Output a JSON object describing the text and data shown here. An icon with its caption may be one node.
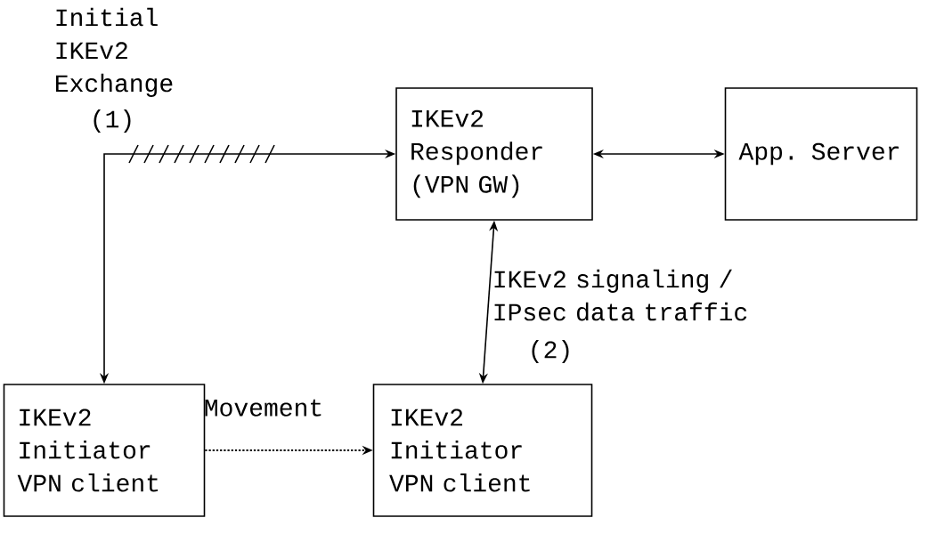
{
  "diagram": {
    "nodes": [
      {
        "text": [
          "IKEv2 Responder (VPN GW)"
        ]
      },
      {
        "text": [
          "App. Server"
        ]
      },
      {
        "text": [
          "IKEv2 Initiator VPN client"
        ]
      },
      {
        "text": [
          "IKEv2 Initiator VPN client"
        ]
      }
    ],
    "edges": [
      {
        "from": 2,
        "to": 0,
        "arrow": "both",
        "label": "Initial IKEv2 Exchange"
      },
      {
        "from": 0,
        "to": 1,
        "arrow": "both"
      },
      {
        "from": 0,
        "to": 3,
        "arrow": "both",
        "label": "IKEv2 signaling / IPsec data traffic"
      },
      {
        "from": 2,
        "to": 3,
        "arrow": "to",
        "style": "dashed",
        "label": "Movement"
      }
    ],
    "labels": [
      "(1)",
      "(2)"
    ]
  }
}
